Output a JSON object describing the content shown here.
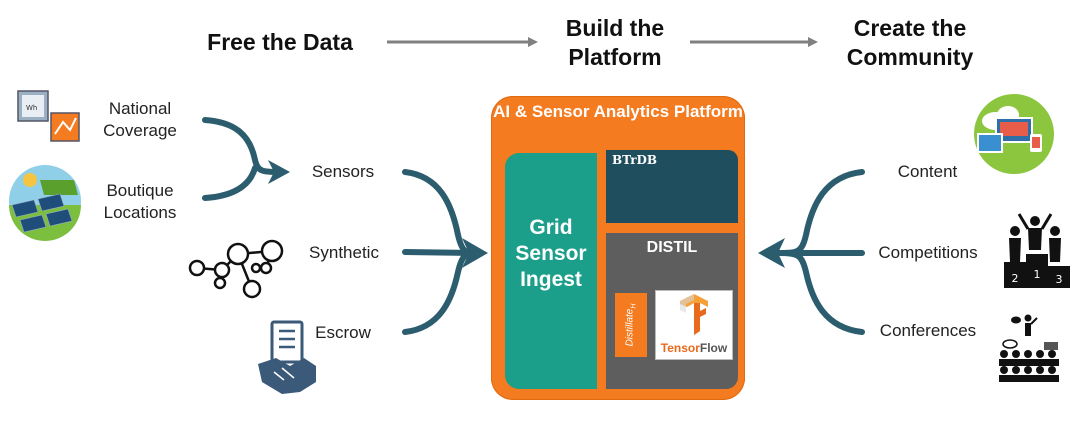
{
  "stages": {
    "free_data": "Free the Data",
    "build_platform": "Build the Platform",
    "create_community": "Create the Community"
  },
  "data_sources": {
    "national_coverage": "National Coverage",
    "boutique_locations": "Boutique Locations",
    "sensors": "Sensors",
    "synthetic": "Synthetic",
    "escrow": "Escrow"
  },
  "platform": {
    "title": "AI & Sensor Analytics Platform",
    "ingest": "Grid Sensor Ingest",
    "btrdb": "BTrDB",
    "distil": "DISTIL",
    "distillate": "Distillate",
    "distillate_sub": "H",
    "tensorflow_a": "Tensor",
    "tensorflow_b": "Flow"
  },
  "community": {
    "content": "Content",
    "competitions": "Competitions",
    "conferences": "Conferences",
    "podium": [
      "2",
      "1",
      "3"
    ]
  },
  "colors": {
    "arrow": "#2b5d6e",
    "gray_arrow": "#808080",
    "orange": "#f47b20",
    "teal": "#1b9e8a",
    "navy": "#1f4e5f",
    "gray": "#5e5e5e"
  },
  "icons": [
    "meter-map-icon",
    "solar-farm-icon",
    "network-nodes-icon",
    "handshake-document-icon",
    "devices-cloud-icon",
    "podium-icon",
    "audience-icon",
    "tree-structure-icon",
    "tensorflow-logo-icon"
  ]
}
